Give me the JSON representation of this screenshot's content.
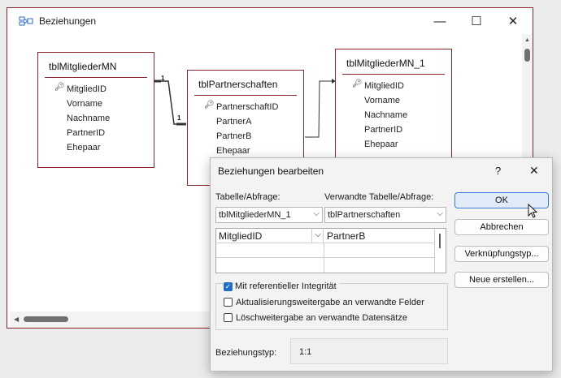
{
  "window": {
    "title": "Beziehungen",
    "minimize_label": "—",
    "maximize_label": "☐",
    "close_label": "✕"
  },
  "tables": [
    {
      "name": "tblMitgliederMN",
      "fields": [
        "MitgliedID",
        "Vorname",
        "Nachname",
        "PartnerID",
        "Ehepaar"
      ]
    },
    {
      "name": "tblPartnerschaften",
      "fields": [
        "PartnerschaftID",
        "PartnerA",
        "PartnerB",
        "Ehepaar"
      ]
    },
    {
      "name": "tblMitgliederMN_1",
      "fields": [
        "MitgliedID",
        "Vorname",
        "Nachname",
        "PartnerID",
        "Ehepaar"
      ]
    }
  ],
  "relations": [
    {
      "from_label": "1",
      "to_label": "1"
    }
  ],
  "dialog": {
    "title": "Beziehungen bearbeiten",
    "help_label": "?",
    "close_label": "✕",
    "table_label": "Tabelle/Abfrage:",
    "related_label": "Verwandte Tabelle/Abfrage:",
    "table_value": "tblMitgliederMN_1",
    "related_value": "tblPartnerschaften",
    "grid_left_value": "MitgliedID",
    "grid_right_value": "PartnerB",
    "integrity_label": "Mit referentieller Integrität",
    "integrity_checked": true,
    "cascade_update_label": "Aktualisierungsweitergabe an verwandte Felder",
    "cascade_update_checked": false,
    "cascade_delete_label": "Löschweitergabe an verwandte Datensätze",
    "cascade_delete_checked": false,
    "reltype_label": "Beziehungstyp:",
    "reltype_value": "1:1",
    "buttons": {
      "ok": "OK",
      "cancel": "Abbrechen",
      "join_type": "Verknüpfungstyp...",
      "create_new": "Neue erstellen..."
    }
  }
}
